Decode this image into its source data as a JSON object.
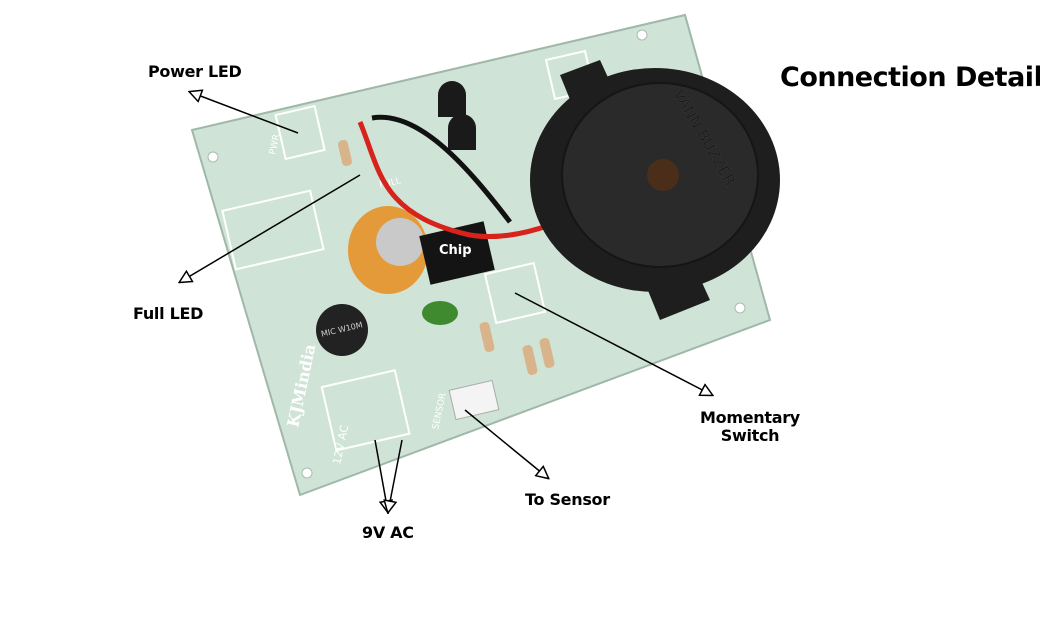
{
  "title": "Connection Details",
  "board": {
    "silkscreen_brand": "KJMindia",
    "input_label": "12V AC",
    "sensor_label": "SENSOR",
    "full_label": "FULL",
    "pwr_label": "PWR",
    "bridge_text": "MIC W10M",
    "buzzer_text": "VANN BUZZER",
    "chip_label": "Chip"
  },
  "callouts": {
    "power_led": "Power LED",
    "full_led": "Full LED",
    "momentary_switch_line1": "Momentary",
    "momentary_switch_line2": "Switch",
    "to_sensor": "To Sensor",
    "ac_input": "9V AC"
  },
  "colors": {
    "pcb": "#cfe3d6",
    "pcb_edge": "#9fb8a8",
    "buzzer": "#1e1e1e",
    "capacitor": "#e59a3a",
    "wire_red": "#d8231c",
    "wire_black": "#111111",
    "chip": "#141414",
    "green_cap": "#3f8a2f"
  }
}
